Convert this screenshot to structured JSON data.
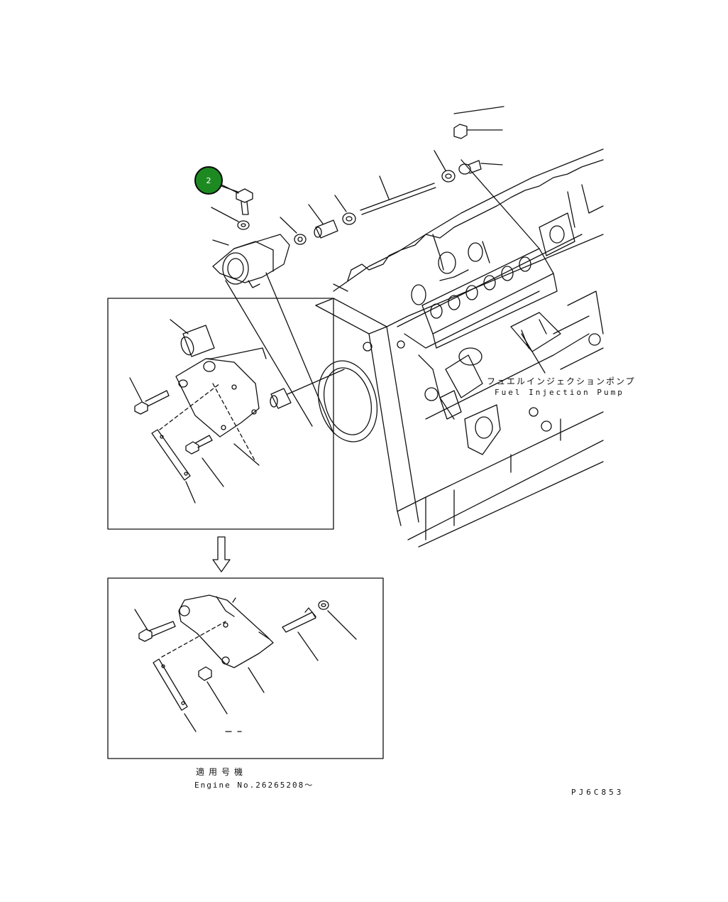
{
  "callouts": [
    {
      "number": "2",
      "color": "#1d8a21"
    }
  ],
  "labels": {
    "pump_jp": "フュエルインジェクションポンプ",
    "pump_en": "Fuel Injection Pump",
    "applicable_jp": "適用号機",
    "engine_serial": "Engine No.26265208～",
    "drawing_code": "PJ6C853"
  },
  "icons": {
    "arrow": "down-arrow-icon"
  }
}
